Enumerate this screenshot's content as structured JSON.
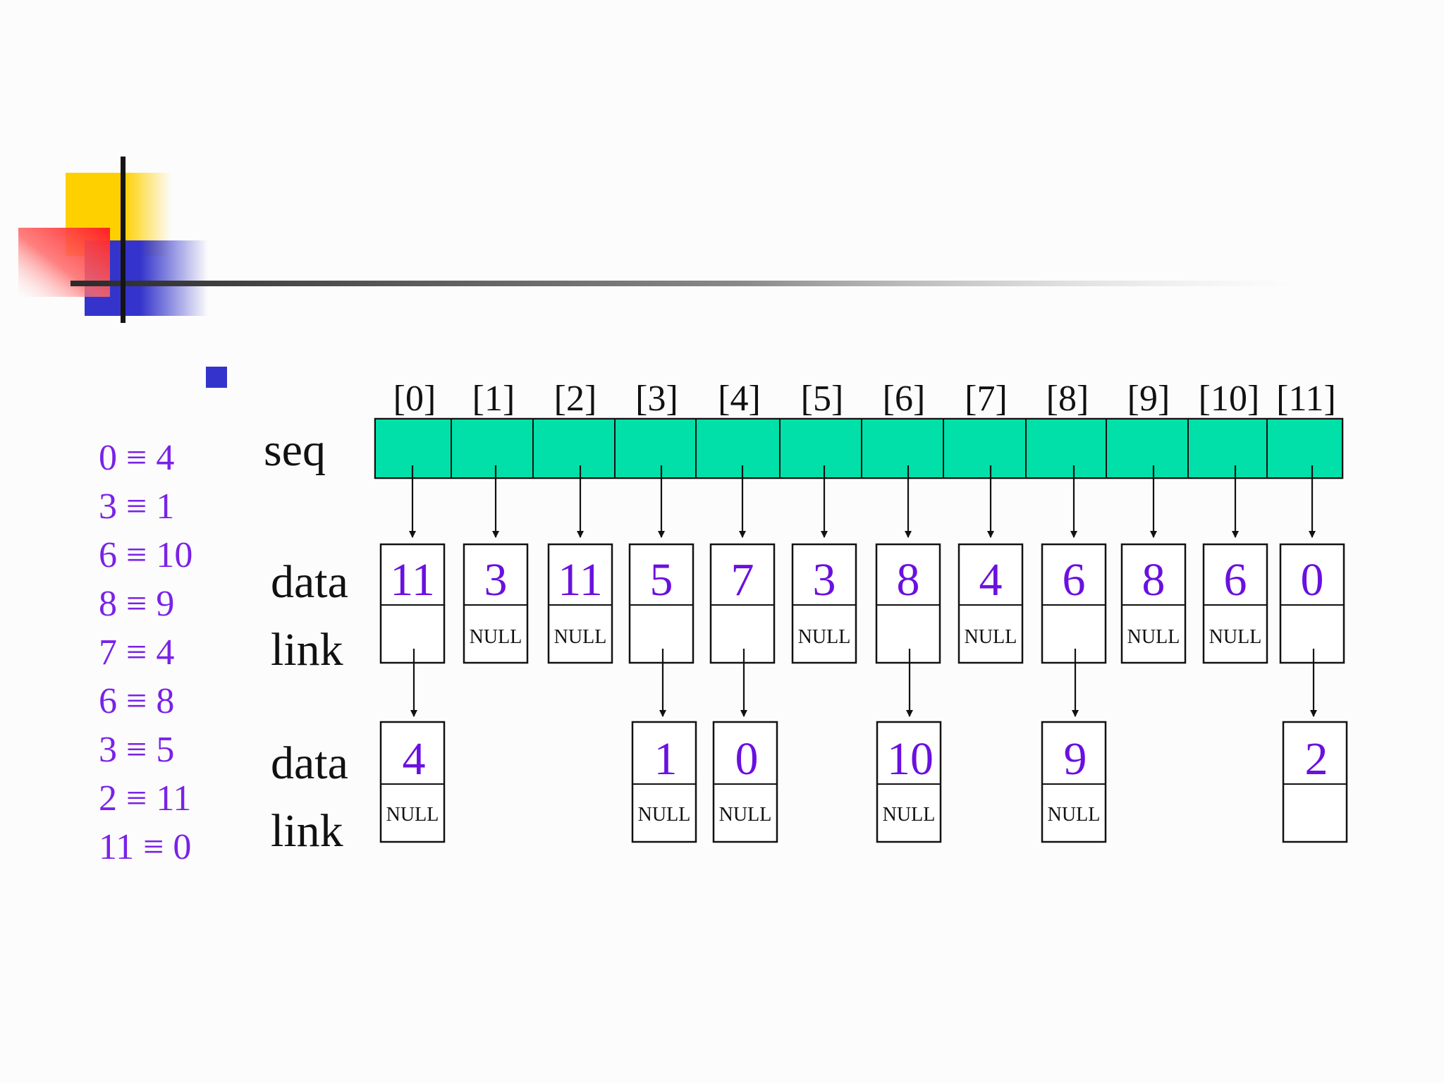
{
  "diagram": {
    "indices": [
      "[0]",
      "[1]",
      "[2]",
      "[3]",
      "[4]",
      "[5]",
      "[6]",
      "[7]",
      "[8]",
      "[9]",
      "[10]",
      "[11]"
    ],
    "labels": {
      "seq": "seq",
      "data": "data",
      "link": "link"
    },
    "null_text": "NULL",
    "first_level": [
      {
        "data": "11",
        "link": null
      },
      {
        "data": "3",
        "link": "NULL"
      },
      {
        "data": "11",
        "link": "NULL"
      },
      {
        "data": "5",
        "link": null
      },
      {
        "data": "7",
        "link": null
      },
      {
        "data": "3",
        "link": "NULL"
      },
      {
        "data": "8",
        "link": null
      },
      {
        "data": "4",
        "link": "NULL"
      },
      {
        "data": "6",
        "link": null
      },
      {
        "data": "8",
        "link": "NULL"
      },
      {
        "data": "6",
        "link": "NULL"
      },
      {
        "data": "0",
        "link": null
      }
    ],
    "second_level": [
      {
        "column": 0,
        "data": "4",
        "link": "NULL"
      },
      {
        "column": 3,
        "data": "1",
        "link": "NULL"
      },
      {
        "column": 4,
        "data": "0",
        "link": "NULL"
      },
      {
        "column": 6,
        "data": "10",
        "link": "NULL"
      },
      {
        "column": 8,
        "data": "9",
        "link": "NULL"
      },
      {
        "column": 11,
        "data": "2",
        "link": null
      }
    ]
  },
  "equivalences": [
    "0 ≡ 4",
    "3 ≡ 1",
    "6 ≡ 10",
    "8 ≡ 9",
    "7 ≡ 4",
    "6 ≡ 8",
    "3 ≡ 5",
    "2 ≡ 11",
    "11 ≡ 0"
  ],
  "colors": {
    "seq_fill": "#00e0a8",
    "value_text": "#6a10e0",
    "equivalence_text": "#7a22e8",
    "bullet": "#3434cc",
    "deco_yellow": "#ffd000",
    "deco_red": "#ff3a3a",
    "deco_blue": "#3434cc"
  }
}
